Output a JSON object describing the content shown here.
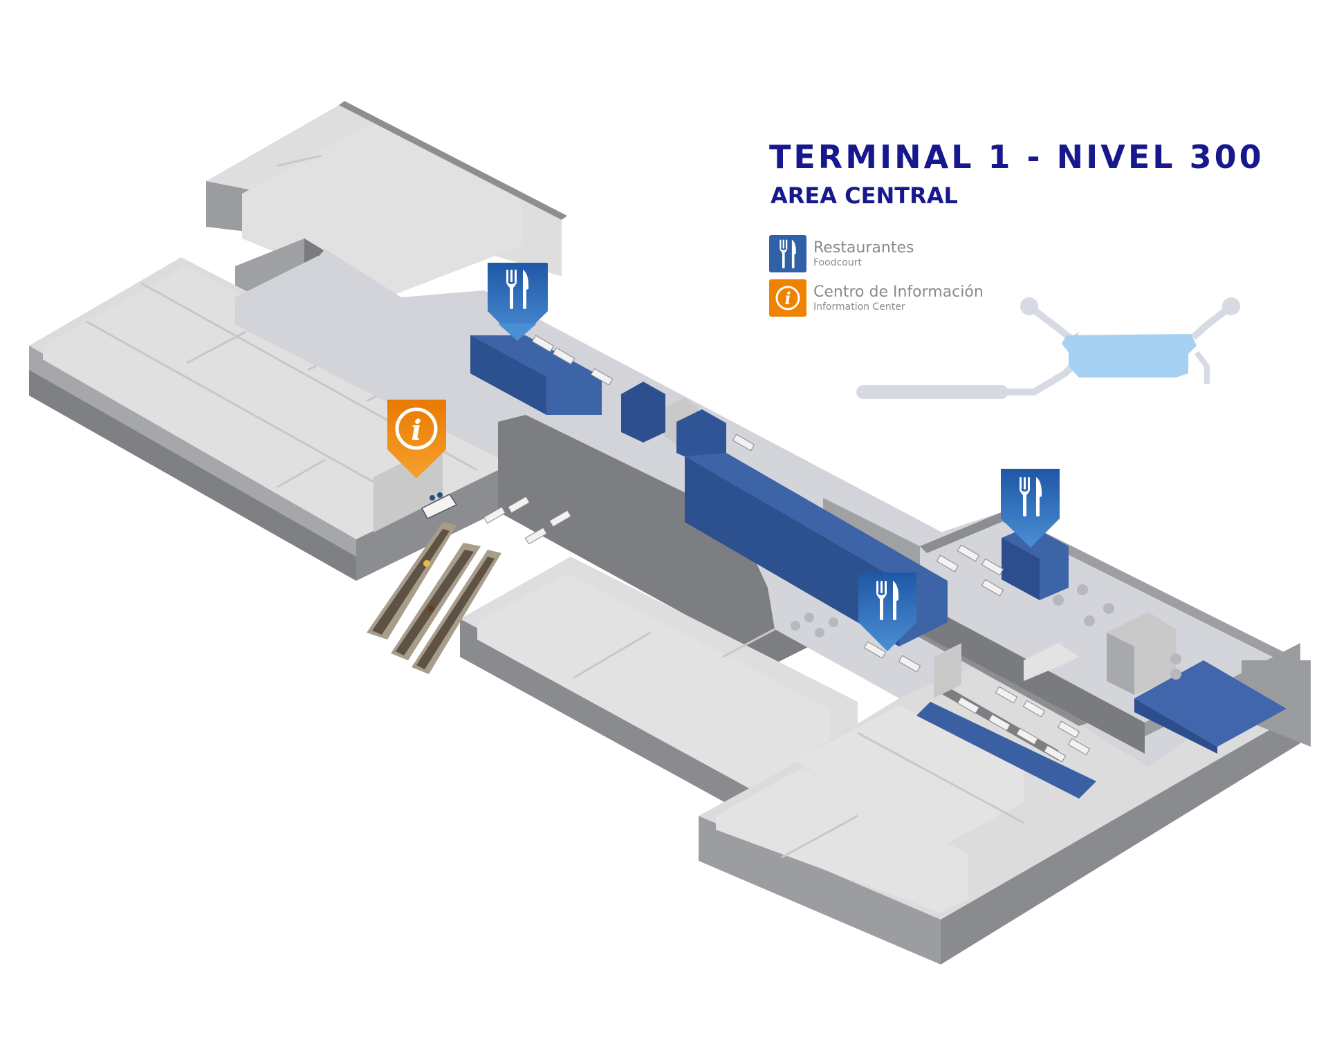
{
  "header": {
    "title": "TERMINAL 1 - NIVEL 300",
    "subtitle": "AREA CENTRAL"
  },
  "legend": [
    {
      "label": "Restaurantes",
      "sublabel": "Foodcourt",
      "icon": "restaurant-icon",
      "color": "#2f60a8"
    },
    {
      "label": "Centro de Información",
      "sublabel": "Information Center",
      "icon": "info-icon",
      "color": "#ef8200"
    }
  ],
  "colors": {
    "title": "#17188e",
    "wall_dark": "#7a7b7f",
    "wall_mid": "#9d9ea2",
    "roof_light": "#dcdcdc",
    "floor": "#d4d5db",
    "shop_blue": "#3e64a8",
    "restaurant_pin": "#2f6ab3",
    "info_pin": "#ef8200",
    "locator_terminal": "#a6d1f2",
    "locator_path": "#d6dbe3"
  },
  "markers": [
    {
      "type": "restaurant",
      "icon": "fork-knife-icon"
    },
    {
      "type": "restaurant",
      "icon": "fork-knife-icon"
    },
    {
      "type": "restaurant",
      "icon": "fork-knife-icon"
    },
    {
      "type": "information",
      "icon": "info-icon"
    }
  ]
}
